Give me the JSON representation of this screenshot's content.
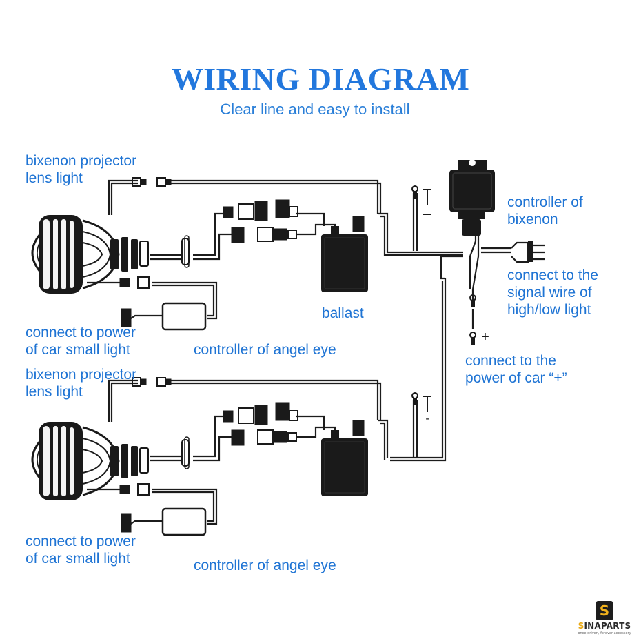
{
  "header": {
    "title": "WIRING DIAGRAM",
    "subtitle": "Clear line and easy to install"
  },
  "labels": {
    "top_projector_l1": "bixenon projector",
    "top_projector_l2": "lens light",
    "top_small_light_l1": "connect to power",
    "top_small_light_l2": "of car small light",
    "top_angel_eye": "controller of angel eye",
    "ballast": "ballast",
    "bixenon_ctrl_l1": "controller of",
    "bixenon_ctrl_l2": "bixenon",
    "signal_l1": "connect  to the",
    "signal_l2": "signal wire of",
    "signal_l3": "high/low light",
    "power_l1": "connect to the",
    "power_l2": "power of car “+”",
    "bottom_projector_l1": "bixenon projector",
    "bottom_projector_l2": "lens light",
    "bottom_small_light_l1": "connect to power",
    "bottom_small_light_l2": "of car small light",
    "bottom_angel_eye": "controller of angel eye",
    "plus_sign": "+",
    "minus_sign_1": "−",
    "minus_sign_2": "-"
  },
  "logo": {
    "mark": "S",
    "name_first": "S",
    "name_rest": "INAPARTS",
    "tagline": "once driven, forever accessory"
  },
  "colors": {
    "text": "#1f74d4",
    "line": "#1c1c1c",
    "component_fill": "#1a1a1a"
  }
}
